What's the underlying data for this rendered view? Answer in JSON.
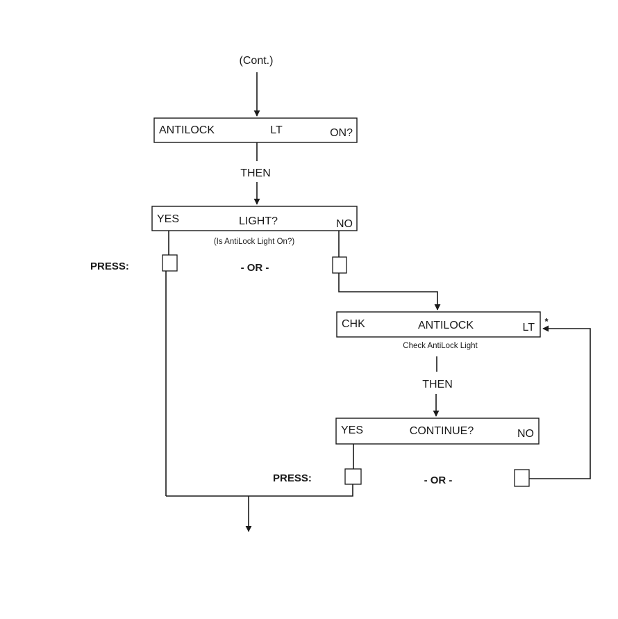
{
  "cont": "(Cont.)",
  "box1": {
    "left": "ANTILOCK",
    "mid": "LT",
    "right": "ON?"
  },
  "then1": "THEN",
  "box2": {
    "left": "YES",
    "mid": "LIGHT?",
    "right": "NO",
    "caption": "(Is AntiLock Light On?)"
  },
  "press1": "PRESS:",
  "or1": "- OR -",
  "box3": {
    "left": "CHK",
    "mid": "ANTILOCK",
    "right": "LT",
    "star": "*",
    "caption": "Check AntiLock Light"
  },
  "then2": "THEN",
  "box4": {
    "left": "YES",
    "mid": "CONTINUE?",
    "right": "NO"
  },
  "press2": "PRESS:",
  "or2": "- OR -"
}
